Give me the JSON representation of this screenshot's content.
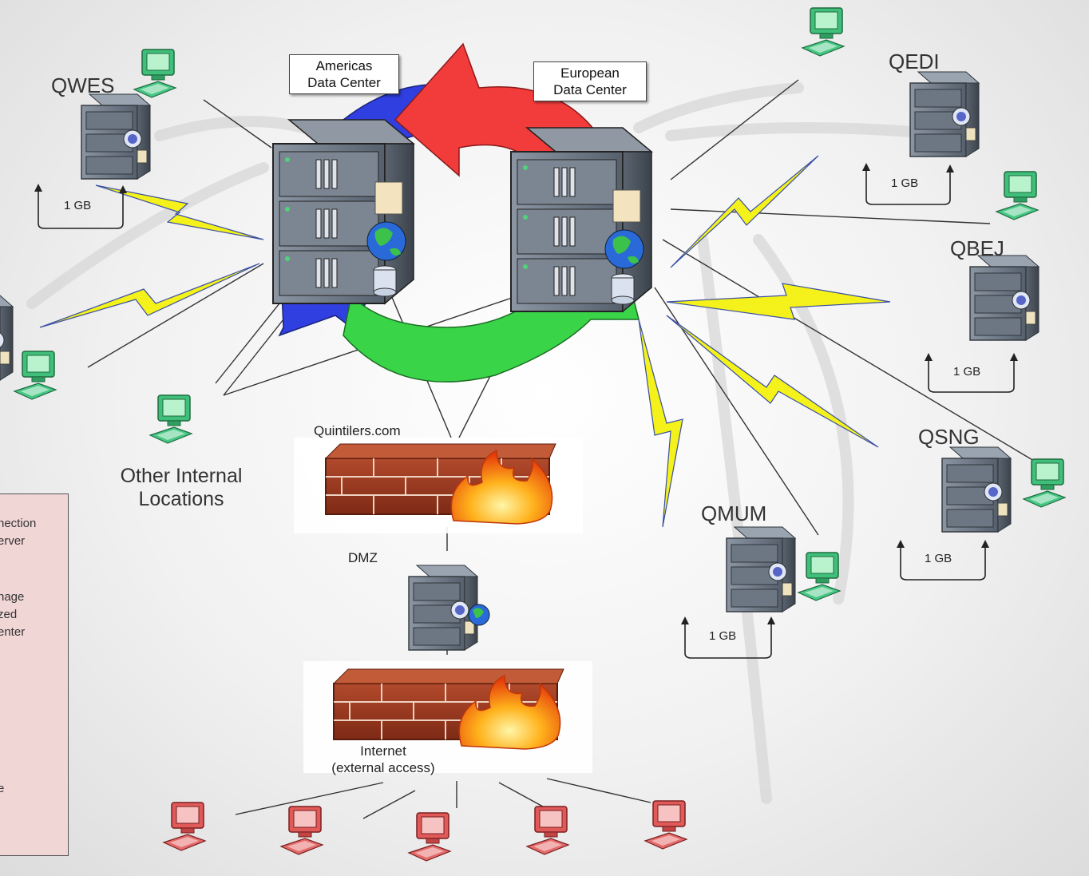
{
  "data_centers": {
    "americas": {
      "line1": "Americas",
      "line2": "Data Center"
    },
    "european": {
      "line1": "European",
      "line2": "Data Center"
    }
  },
  "sites": [
    {
      "name": "QWES",
      "link": "1 GB"
    },
    {
      "name": "QEDI",
      "link": "1 GB"
    },
    {
      "name": "QBEJ",
      "link": "1 GB"
    },
    {
      "name": "QSNG",
      "link": "1 GB"
    },
    {
      "name": "QMUM",
      "link": "1 GB"
    }
  ],
  "other_internal": {
    "line1": "Other Internal",
    "line2": "Locations"
  },
  "dmz": {
    "firewall_top_label": "Quintilers.com",
    "zone_label": "DMZ",
    "internet_line1": "Internet",
    "internet_line2": "(external access)"
  },
  "legend": {
    "lines": [
      "nection",
      "erver",
      "nage",
      "zed",
      "enter",
      "e"
    ]
  },
  "colors": {
    "arrow_blue": "#2f3fe0",
    "arrow_red": "#f23b3b",
    "arrow_green": "#39d447",
    "lightning": "#f4f21a",
    "legend_bg": "#f1d6d6",
    "workstation_internal": "#3fbf7a",
    "workstation_external": "#e05a5a"
  }
}
